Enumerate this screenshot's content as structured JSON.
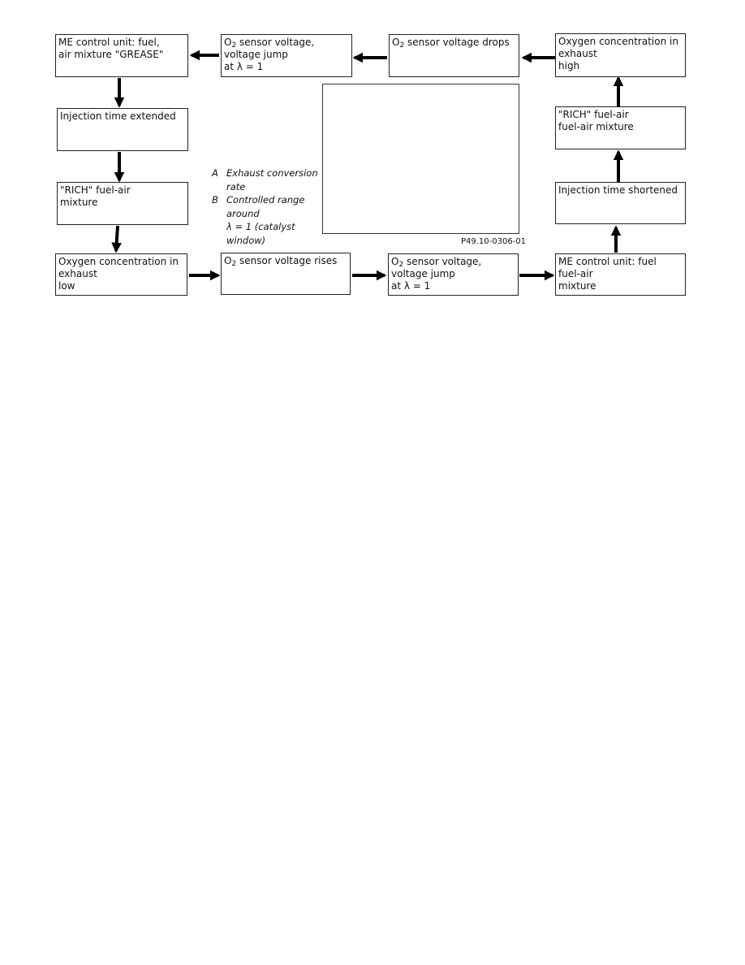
{
  "boxes": {
    "me_grease": {
      "l1": "ME control unit: fuel,",
      "l2": "air  mixture \"GREASE\""
    },
    "o2_jump_top": {
      "l1_pre": "O",
      "l1_sub": "2",
      "l1_post": " sensor voltage,",
      "l2": "voltage jump",
      "l3": "at λ = 1"
    },
    "o2_drops": {
      "pre": "O",
      "sub": "2",
      "post": " sensor voltage drops"
    },
    "oxy_high": {
      "l1": "Oxygen concentration in",
      "l2": "exhaust",
      "l3": "high"
    },
    "inj_extended": {
      "l1": "Injection time extended"
    },
    "rich_right": {
      "l1": "\"RICH\" fuel-air",
      "l2": "fuel-air mixture"
    },
    "rich_left": {
      "l1": "\"RICH\" fuel-air",
      "l2": "mixture"
    },
    "inj_shortened": {
      "l1": "Injection time shortened"
    },
    "oxy_low": {
      "l1": "Oxygen concentration in",
      "l2": "exhaust",
      "l3": "low"
    },
    "o2_rises": {
      "pre": "O",
      "sub": "2",
      "post": " sensor voltage rises"
    },
    "o2_jump_bottom": {
      "l1_pre": "O",
      "l1_sub": "2",
      "l1_post": " sensor voltage,",
      "l2": "voltage jump",
      "l3": "at λ = 1"
    },
    "me_fuel": {
      "l1": "ME control unit: fuel",
      "l2": "fuel-air",
      "l3": "mixture"
    }
  },
  "legend": {
    "a_key": "A",
    "a_line1": "Exhaust conversion",
    "a_line2": "rate",
    "b_key": "B",
    "b_line1": "Controlled range",
    "b_line2": "around",
    "b_line3": "λ = 1 (catalyst",
    "b_line4": "window)"
  },
  "figure_code": "P49.10-0306-01",
  "colors": {
    "arrow": "#000000",
    "border": "#222222"
  }
}
